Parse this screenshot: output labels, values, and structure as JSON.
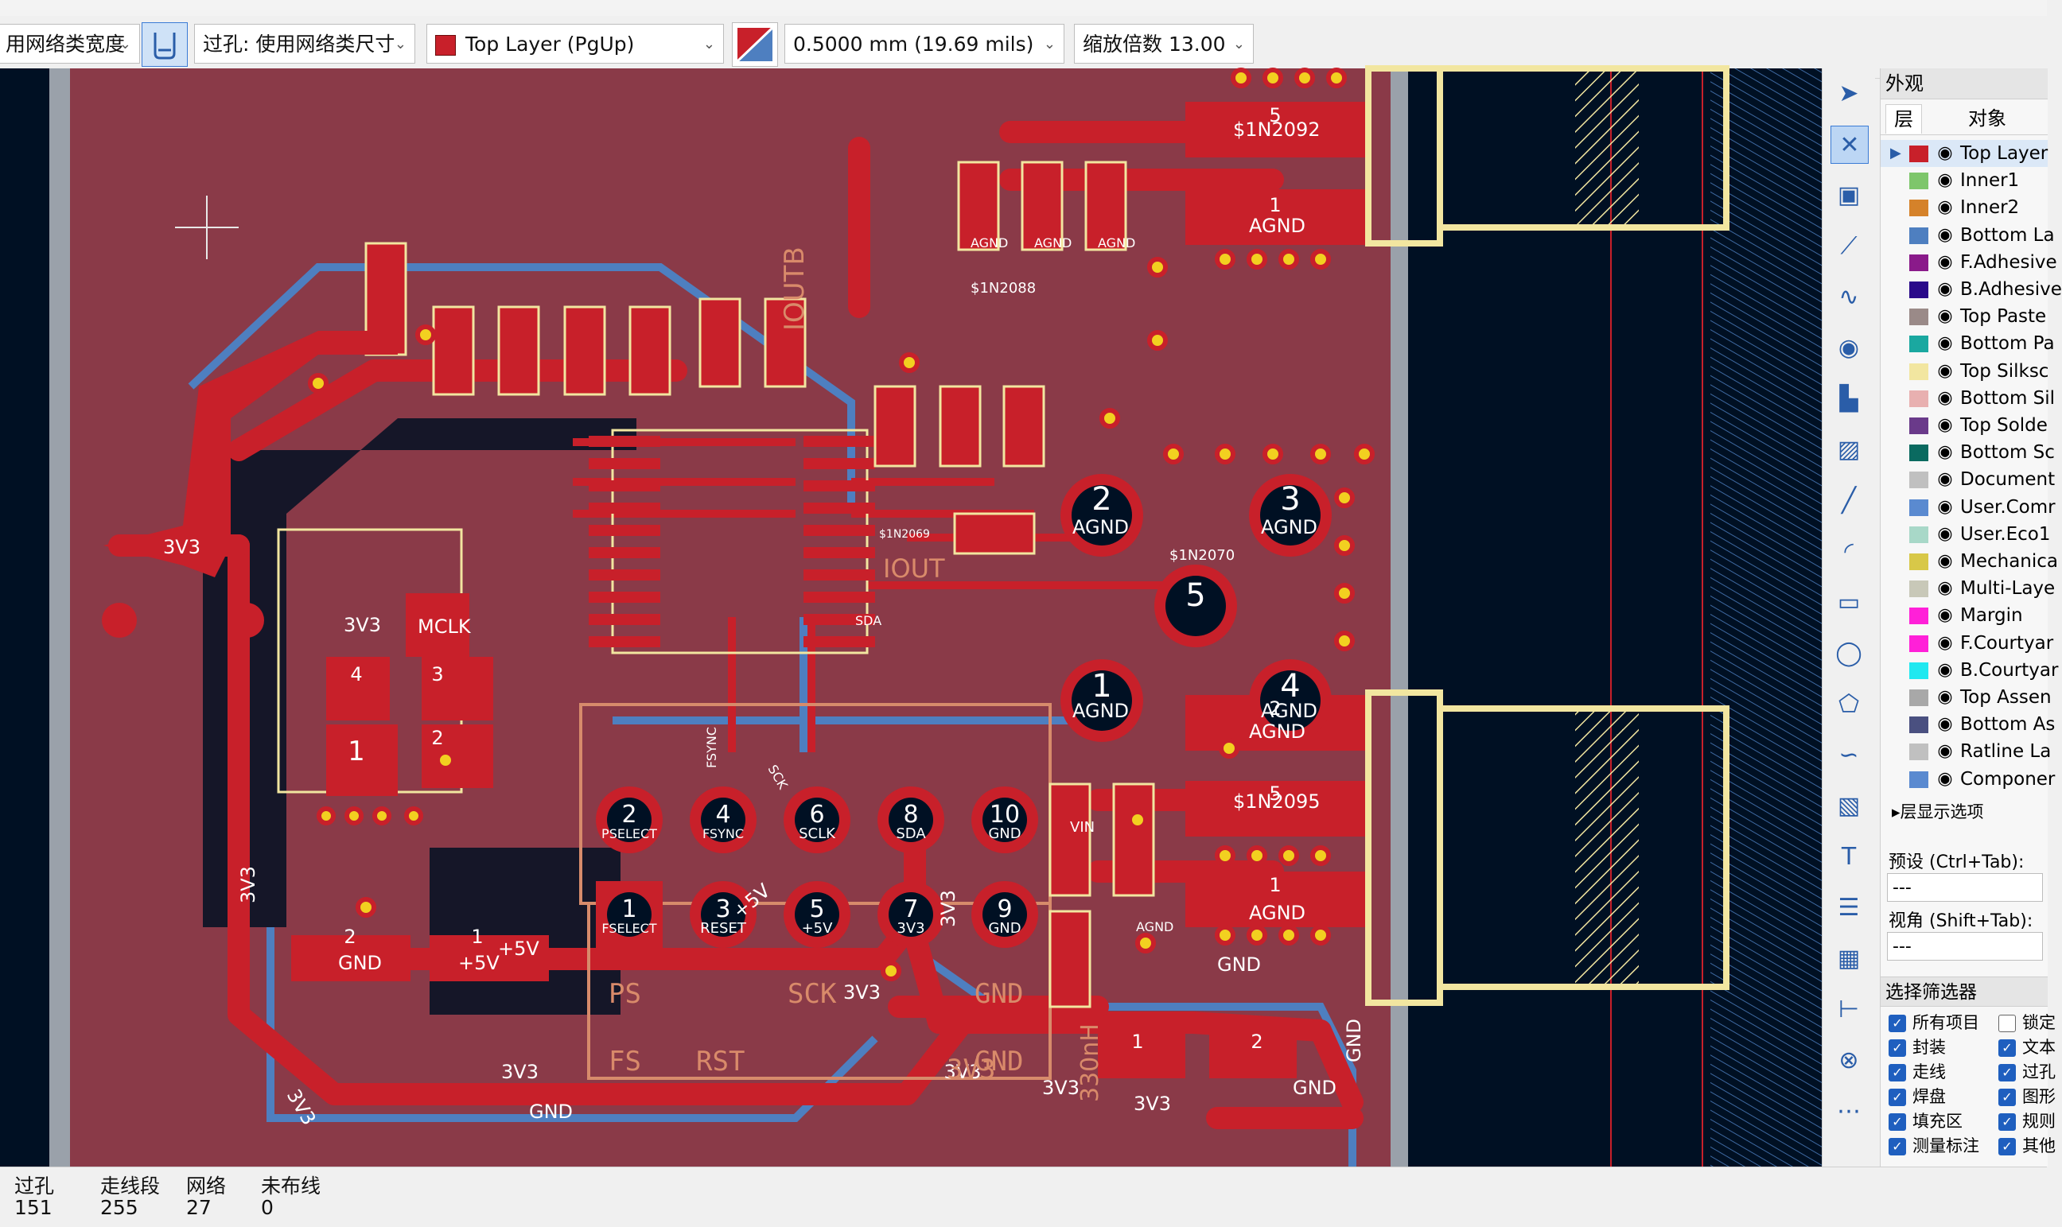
{
  "toolbar": {
    "track_width": "用网络类宽度",
    "via_size": "过孔: 使用网络类尺寸",
    "active_layer": "Top Layer (PgUp)",
    "active_layer_color": "#c8202a",
    "grid": "0.5000 mm (19.69 mils)",
    "zoom": "缩放倍数 13.00"
  },
  "canvas": {
    "bg_color": "#001023",
    "copper_color": "#c8202a",
    "zone_color": "#8a3a48",
    "silk_color": "#f2e6a0",
    "back_copper_color": "#4e7fc0",
    "net_labels": [
      "3V3",
      "3V3",
      "3V3",
      "3V3",
      "3V3",
      "3V3",
      "3V3",
      "3V3",
      "3V3",
      "GND",
      "GND",
      "GND",
      "GND",
      "GND",
      "AGND",
      "AGND",
      "AGND",
      "AGND",
      "AGND",
      "AGND",
      "AGND",
      "AGND",
      "AGND",
      "AGND",
      "AGND",
      "MCLK",
      "+5V",
      "+5V",
      "+5V",
      "IOUTB",
      "IOUT",
      "VIN",
      "SCK",
      "SDA",
      "FSYNC",
      "$1N2092",
      "$1N2095",
      "$1N2088",
      "$1N2070",
      "$1N2069",
      "330nH"
    ],
    "pads": [
      {
        "num": "2",
        "net": "PSELECT"
      },
      {
        "num": "4",
        "net": "FSYNC"
      },
      {
        "num": "6",
        "net": "SCLK"
      },
      {
        "num": "8",
        "net": "SDA"
      },
      {
        "num": "10",
        "net": "GND"
      },
      {
        "num": "1",
        "net": "FSELECT"
      },
      {
        "num": "3",
        "net": "RESET"
      },
      {
        "num": "5",
        "net": "+5V"
      },
      {
        "num": "7",
        "net": "3V3"
      },
      {
        "num": "9",
        "net": "GND"
      },
      {
        "num": "2",
        "net": "AGND"
      },
      {
        "num": "3",
        "net": "AGND"
      },
      {
        "num": "5",
        "net": "$1N2070"
      },
      {
        "num": "1",
        "net": "AGND"
      },
      {
        "num": "4",
        "net": "AGND"
      }
    ],
    "smd_pads": [
      {
        "num": "5",
        "net": "$1N2092"
      },
      {
        "num": "1",
        "net": "AGND"
      },
      {
        "num": "2",
        "net": "AGND"
      },
      {
        "num": "5",
        "net": "$1N2095"
      },
      {
        "num": "1",
        "net": "AGND"
      },
      {
        "num": "4",
        "net": "3V3"
      },
      {
        "num": "3",
        "net": "MCLK"
      },
      {
        "num": "1",
        "net": ""
      },
      {
        "num": "2",
        "net": "GND"
      },
      {
        "num": "2",
        "net": "GND"
      },
      {
        "num": "1",
        "net": "+5V"
      },
      {
        "num": "3V3",
        "net": ""
      },
      {
        "num": "1",
        "net": "3V3"
      },
      {
        "num": "2",
        "net": "GND"
      }
    ],
    "silk_texts": [
      "PS",
      "FS",
      "SCK",
      "GND",
      "RST",
      "GND",
      "3V3"
    ]
  },
  "right_tools": [
    "select-icon",
    "route-icon",
    "footprint-icon",
    "track-icon",
    "meander-icon",
    "via-icon",
    "zone-fill-icon",
    "zone-icon",
    "line-icon",
    "arc-icon",
    "rect-icon",
    "circle-icon",
    "polygon-icon",
    "curve-icon",
    "image-icon",
    "text-icon",
    "textbox-icon",
    "table-icon",
    "dimension-icon",
    "delete-icon",
    "grid-icon"
  ],
  "appearance": {
    "title": "外观",
    "tabs": [
      "层",
      "对象"
    ],
    "layers": [
      {
        "name": "Top Layer",
        "color": "#c8202a"
      },
      {
        "name": "Inner1",
        "color": "#7ec66b"
      },
      {
        "name": "Inner2",
        "color": "#d5822a"
      },
      {
        "name": "Bottom La",
        "color": "#4e7fc0"
      },
      {
        "name": "F.Adhesive",
        "color": "#8a1a8a"
      },
      {
        "name": "B.Adhesive",
        "color": "#2a0a8a"
      },
      {
        "name": "Top Paste",
        "color": "#9a8a88"
      },
      {
        "name": "Bottom Pa",
        "color": "#1aa8a0"
      },
      {
        "name": "Top Silksc",
        "color": "#f2e6a0"
      },
      {
        "name": "Bottom Sil",
        "color": "#e8b0b0"
      },
      {
        "name": "Top Solde",
        "color": "#6a3a8a"
      },
      {
        "name": "Bottom Sc",
        "color": "#0a6a60"
      },
      {
        "name": "Document",
        "color": "#c0c0c0"
      },
      {
        "name": "User.Comr",
        "color": "#5a8ad0"
      },
      {
        "name": "User.Eco1",
        "color": "#a8d8c8"
      },
      {
        "name": "Mechanica",
        "color": "#d8c848"
      },
      {
        "name": "Multi-Laye",
        "color": "#c8c8b8"
      },
      {
        "name": "Margin",
        "color": "#ff20d8"
      },
      {
        "name": "F.Courtyar",
        "color": "#ff20d8"
      },
      {
        "name": "B.Courtyar",
        "color": "#20e8f0"
      },
      {
        "name": "Top Assen",
        "color": "#a8a8a8"
      },
      {
        "name": "Bottom As",
        "color": "#4a5080"
      },
      {
        "name": "Ratline La",
        "color": "#c0c0c0"
      },
      {
        "name": "Componer",
        "color": "#5a8ad0"
      }
    ],
    "display_options": "层显示选项",
    "preset_label": "预设 (Ctrl+Tab):",
    "preset_value": "---",
    "viewport_label": "视角 (Shift+Tab):",
    "viewport_value": "---"
  },
  "selection_filter": {
    "title": "选择筛选器",
    "items": [
      {
        "label": "所有项目",
        "checked": true
      },
      {
        "label": "锁定",
        "checked": false
      },
      {
        "label": "封装",
        "checked": true
      },
      {
        "label": "文本",
        "checked": true
      },
      {
        "label": "走线",
        "checked": true
      },
      {
        "label": "过孔",
        "checked": true
      },
      {
        "label": "焊盘",
        "checked": true
      },
      {
        "label": "图形",
        "checked": true
      },
      {
        "label": "填充区",
        "checked": true
      },
      {
        "label": "规则",
        "checked": true
      },
      {
        "label": "测量标注",
        "checked": true
      },
      {
        "label": "其他",
        "checked": true
      }
    ]
  },
  "status": {
    "vias_label": "过孔",
    "vias": "151",
    "segments_label": "走线段",
    "segments": "255",
    "nets_label": "网络",
    "nets": "27",
    "unrouted_label": "未布线",
    "unrouted": "0"
  }
}
